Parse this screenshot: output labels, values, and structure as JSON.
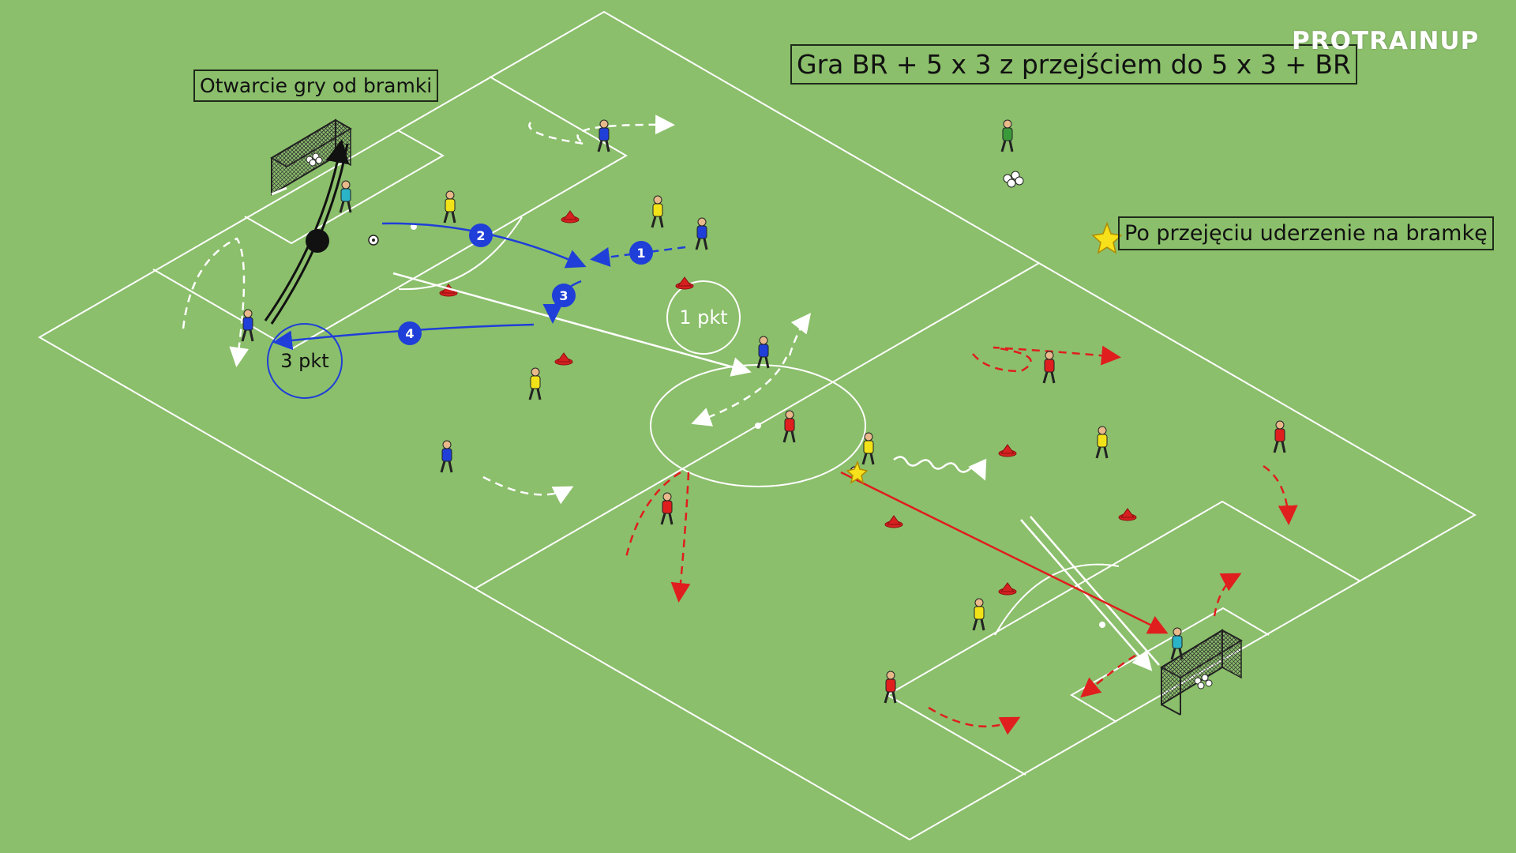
{
  "brand": "PROTRAINUP",
  "title": "Gra BR + 5 x 3 z przejściem do 5 x 3 + BR",
  "left_label": "Otwarcie gry od bramki",
  "right_label": "Po przejęciu uderzenie na bramkę",
  "zone_small": "1 pkt",
  "zone_big": "3 pkt",
  "sequence_numbers": [
    "1",
    "2",
    "3",
    "4"
  ],
  "colors": {
    "pitch": "#8bbf6b",
    "lines": "#ffffff",
    "team_blue": "#1f3fd8",
    "team_yellow": "#f2e318",
    "team_red": "#e01e1e",
    "keeper": "#2bb3c8",
    "keeper_reserve": "#3a9a3a",
    "cone": "#d62020"
  },
  "icons": [
    "star-icon",
    "ball-icon",
    "goal-net-icon",
    "cone-icon",
    "player-icon"
  ]
}
